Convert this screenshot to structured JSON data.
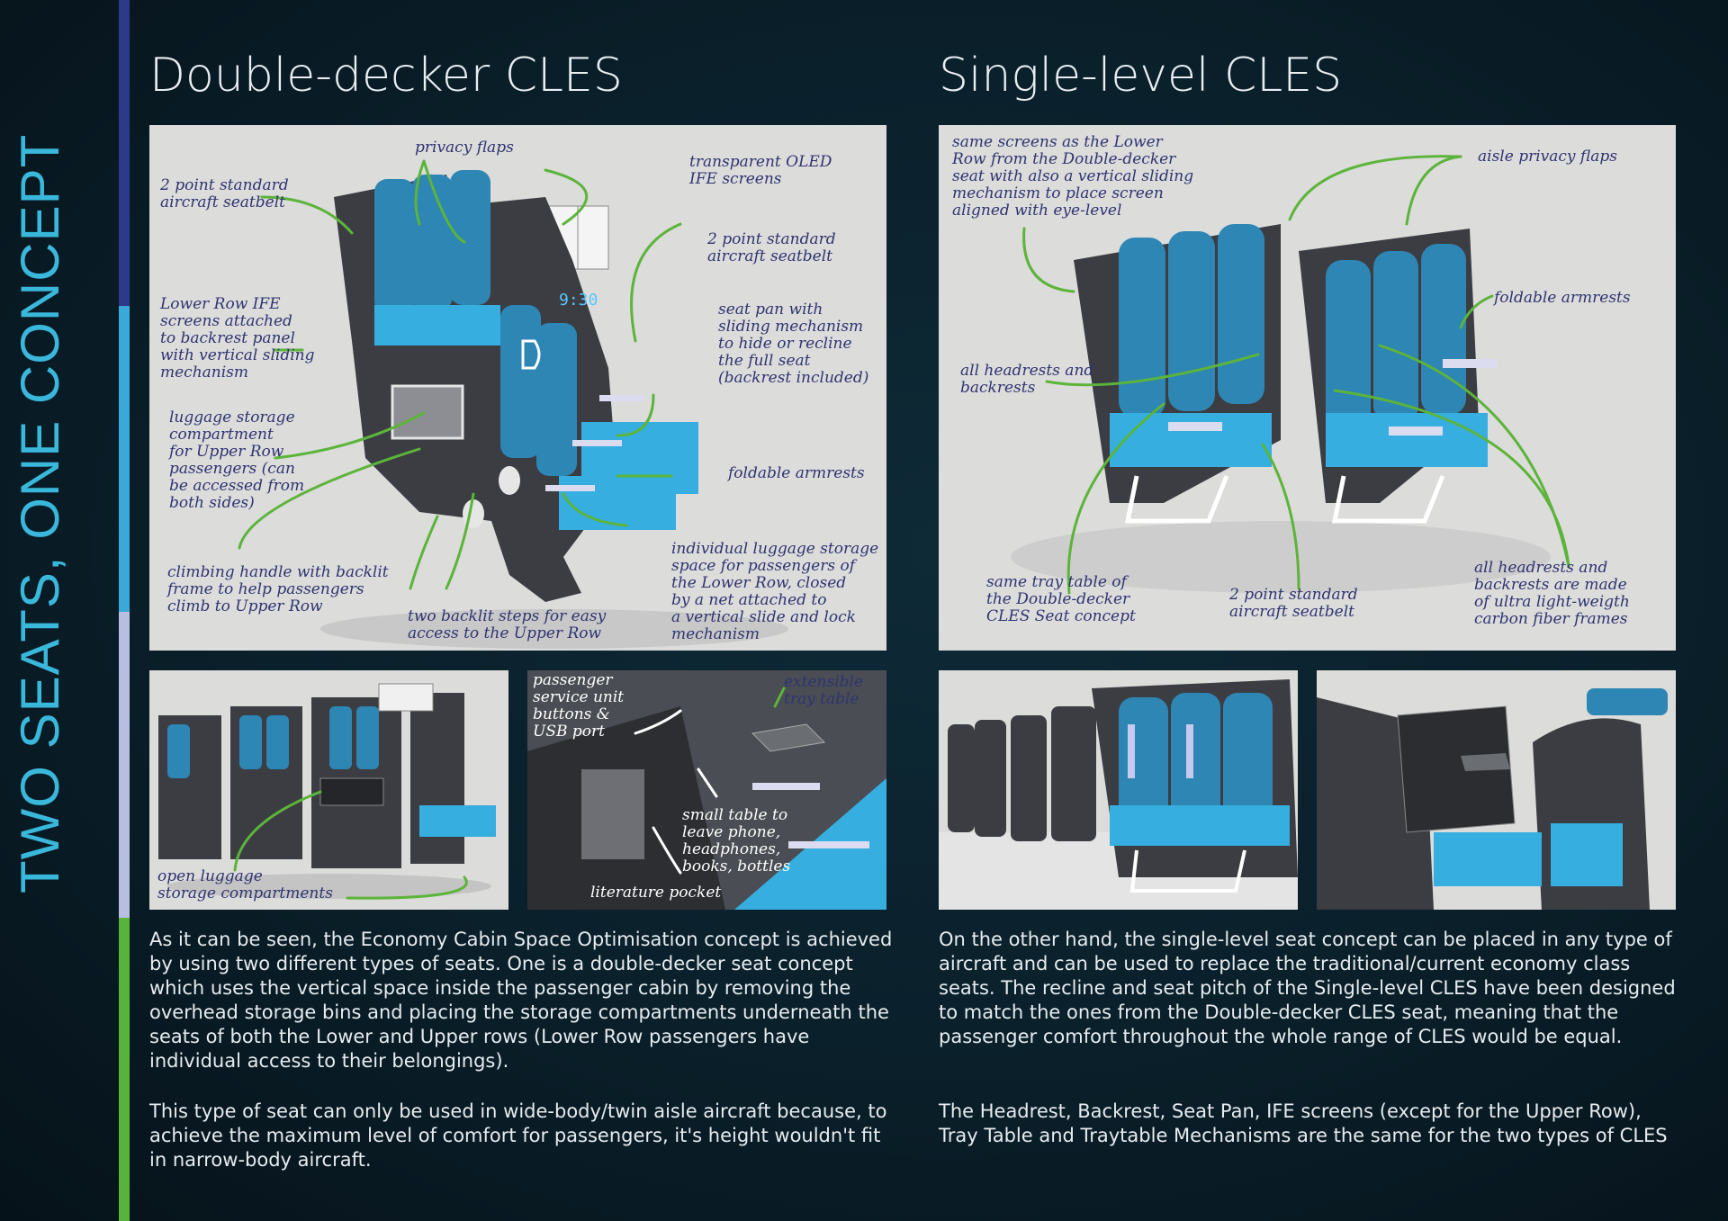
{
  "sidebar": {
    "vertical_title": "TWO SEATS, ONE CONCEPT"
  },
  "left": {
    "title": "Double-decker CLES",
    "main_labels": [
      "privacy flaps",
      "2 point standard\naircraft seatbelt",
      "transparent OLED\nIFE screens",
      "2 point standard\naircraft seatbelt",
      "Lower Row IFE\nscreens attached\nto backrest panel\nwith vertical sliding\nmechanism",
      "seat pan with\nsliding mechanism\nto hide or recline\nthe full seat\n(backrest included)",
      "luggage storage\ncompartment\nfor Upper Row\npassengers (can\nbe accessed from\nboth sides)",
      "foldable armrests",
      "individual luggage storage\nspace for passengers of\nthe Lower Row, closed\nby a net attached to\na vertical slide and lock\nmechanism",
      "climbing handle with backlit\nframe to help passengers\nclimb to Upper Row",
      "two backlit steps for easy\naccess to the Upper Row"
    ],
    "small1_labels": [
      "open luggage\nstorage compartments"
    ],
    "small2_labels": [
      "passenger\nservice unit\nbuttons &\nUSB port",
      "extensible\ntray table",
      "small table to\nleave phone,\nheadphones,\nbooks, bottles",
      "literature pocket"
    ],
    "paragraphs": [
      "As it can be seen, the Economy Cabin Space Optimisation concept is achieved by using two different types of seats. One is a double-decker seat concept which uses the vertical space inside the passenger cabin by removing the overhead storage bins and placing the storage compartments underneath the seats of both the Lower and Upper rows (Lower Row passengers have individual access to their belongings).",
      "This type of seat can only be used in wide-body/twin aisle aircraft because, to achieve the maximum level of comfort for passengers, it's height wouldn't fit in narrow-body aircraft."
    ]
  },
  "right": {
    "title": "Single-level CLES",
    "main_labels": [
      "same screens as the Lower\nRow from the Double-decker\nseat with also a vertical sliding\nmechanism to place screen\naligned with eye-level",
      "aisle privacy flaps",
      "foldable armrests",
      "all headrests and\nbackrests",
      "same tray table of\nthe Double-decker\nCLES Seat concept",
      "2 point standard\naircraft seatbelt",
      "all headrests and\nbackrests are made\nof ultra light-weigth\ncarbon fiber frames"
    ],
    "paragraphs": [
      "On the other hand, the single-level seat concept can be placed in any type of aircraft and can be used to replace the traditional/current economy class seats. The recline and seat pitch of the Single-level CLES have been designed to match the ones from the Double-decker CLES seat, meaning that the passenger comfort throughout the whole range of CLES would be equal.",
      "The Headrest, Backrest, Seat Pan, IFE screens (except for the Upper Row), Tray Table and Traytable Mechanisms are the same for the two types of CLES"
    ]
  },
  "display": {
    "screen_clock": "9:30"
  },
  "colors": {
    "accent_cyan": "#3ab8dc",
    "annotation_green": "#5cb43a",
    "annotation_text": "#2f3470",
    "seat_blue": "#36aee0",
    "seat_shell": "#3b3d42"
  }
}
